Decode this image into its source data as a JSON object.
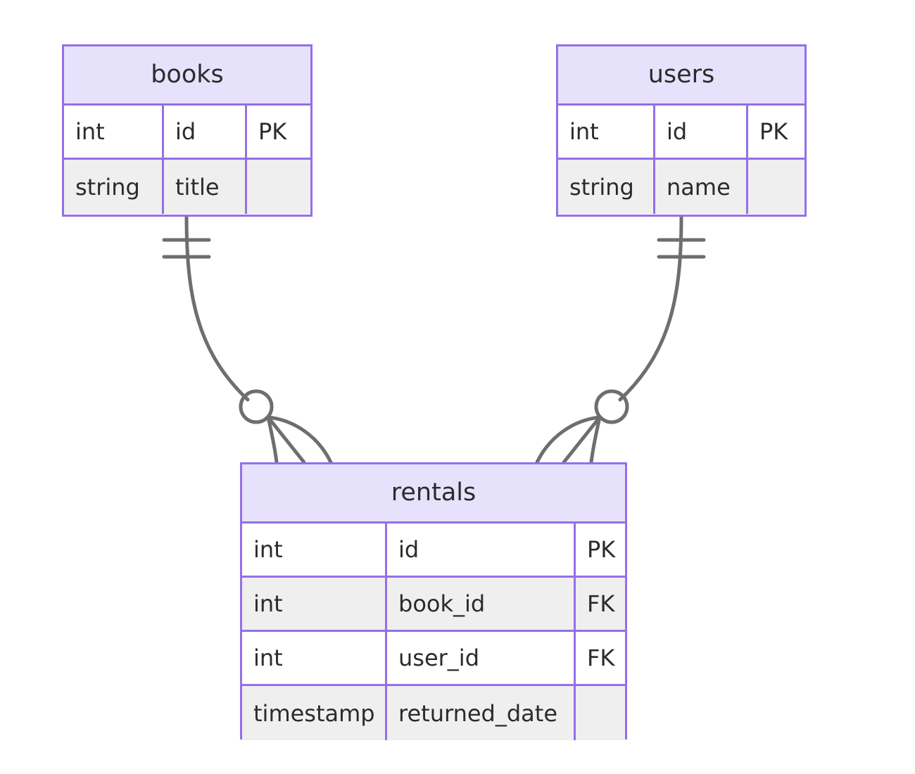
{
  "diagram": {
    "type": "entity-relationship-diagram",
    "notation": "crow's-foot",
    "background_color": "#ffffff",
    "entity_border_color": "#9370e8",
    "entity_header_color": "#e7e2fb",
    "entity_row_alt_color": "#efefef",
    "relationship_line_color": "#6e6e6e",
    "text_color": "#2b2b2b"
  },
  "entities": [
    {
      "id": "books",
      "title": "books",
      "attributes": [
        {
          "type": "int",
          "name": "id",
          "key": "PK"
        },
        {
          "type": "string",
          "name": "title",
          "key": ""
        }
      ]
    },
    {
      "id": "users",
      "title": "users",
      "attributes": [
        {
          "type": "int",
          "name": "id",
          "key": "PK"
        },
        {
          "type": "string",
          "name": "name",
          "key": ""
        }
      ]
    },
    {
      "id": "rentals",
      "title": "rentals",
      "attributes": [
        {
          "type": "int",
          "name": "id",
          "key": "PK"
        },
        {
          "type": "int",
          "name": "book_id",
          "key": "FK"
        },
        {
          "type": "int",
          "name": "user_id",
          "key": "FK"
        },
        {
          "type": "timestamp",
          "name": "returned_date",
          "key": ""
        }
      ]
    }
  ],
  "relationships": [
    {
      "id": "books-rentals",
      "from": "books",
      "to": "rentals",
      "from_cardinality": "exactly-one",
      "to_cardinality": "zero-or-many",
      "label": ""
    },
    {
      "id": "users-rentals",
      "from": "users",
      "to": "rentals",
      "from_cardinality": "exactly-one",
      "to_cardinality": "zero-or-many",
      "label": ""
    }
  ]
}
